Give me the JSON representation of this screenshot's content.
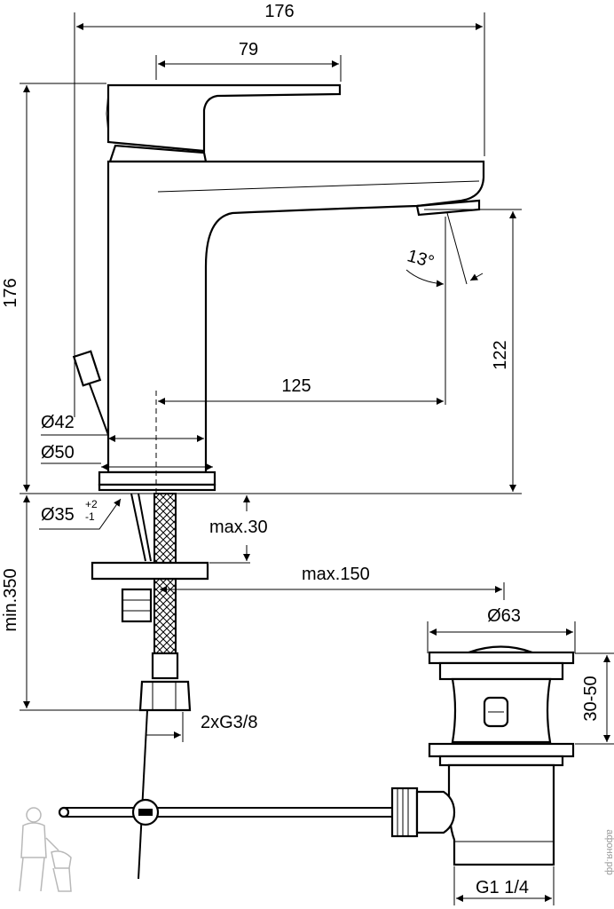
{
  "dimensions": {
    "overall_width": "176",
    "lever_length": "79",
    "overall_height": "176",
    "spout_height": "122",
    "spout_reach": "125",
    "spout_angle": "13°",
    "base_inner_dia": "Ø42",
    "base_outer_dia": "Ø50",
    "hole_dia": "Ø35",
    "hole_tol_plus": "+2",
    "hole_tol_minus": "-1",
    "max_thickness": "max.30",
    "max_rod": "max.150",
    "min_hose": "min.350",
    "connection": "2xG3/8",
    "waste_cap_dia": "Ø63",
    "waste_range": "30-50",
    "waste_thread": "G1 1/4"
  },
  "watermark": "aфоня.рф",
  "icons": {
    "plumber": "plumber-mascot-icon"
  }
}
